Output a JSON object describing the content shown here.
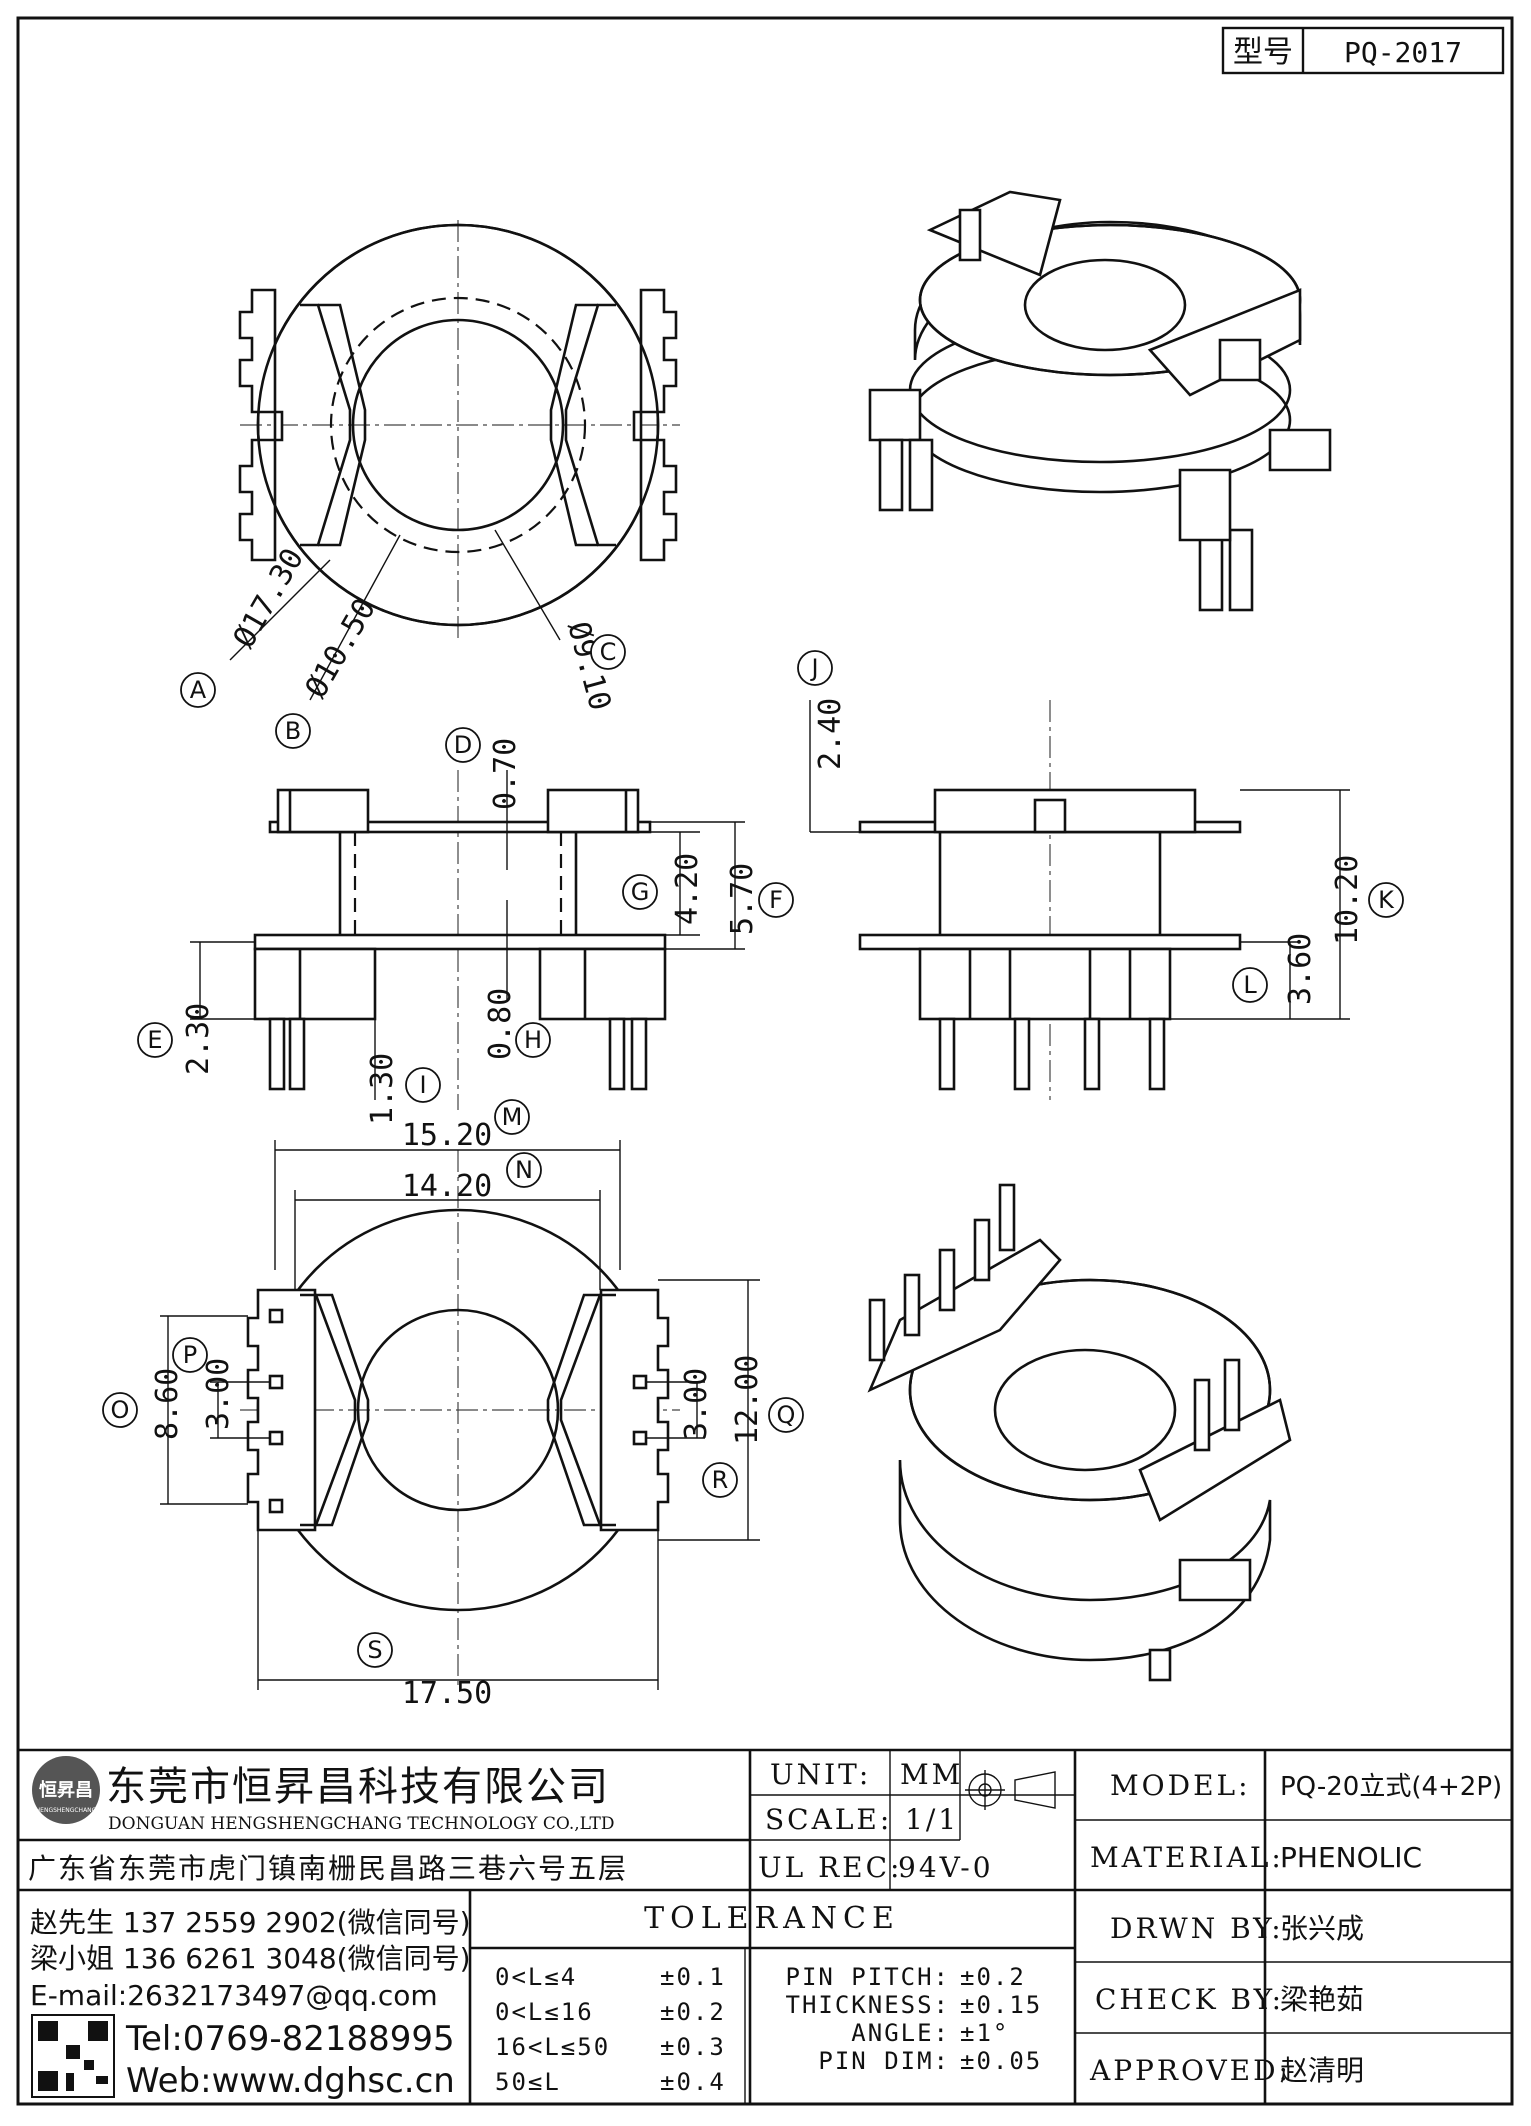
{
  "header": {
    "model_label": "型号",
    "model_value": "PQ-2017"
  },
  "dimensions": {
    "A": {
      "label": "A",
      "value": "Ø17.30"
    },
    "B": {
      "label": "B",
      "value": "Ø10.50"
    },
    "C": {
      "label": "C",
      "value": "Ø9.10"
    },
    "D": {
      "label": "D",
      "value": "0.70"
    },
    "E": {
      "label": "E",
      "value": "2.30"
    },
    "F": {
      "label": "F",
      "value": "5.70"
    },
    "G": {
      "label": "G",
      "value": "4.20"
    },
    "H": {
      "label": "H",
      "value": "0.80"
    },
    "I": {
      "label": "I",
      "value": "1.30"
    },
    "J": {
      "label": "J",
      "value": "2.40"
    },
    "K": {
      "label": "K",
      "value": "10.20"
    },
    "L": {
      "label": "L",
      "value": "3.60"
    },
    "M": {
      "label": "M",
      "value": "15.20"
    },
    "N": {
      "label": "N",
      "value": "14.20"
    },
    "O": {
      "label": "O",
      "value": "8.60"
    },
    "P": {
      "label": "P",
      "value": "3.00"
    },
    "Q": {
      "label": "Q",
      "value": "12.00"
    },
    "R": {
      "label": "R",
      "value": "3.00"
    },
    "S": {
      "label": "S",
      "value": "17.50"
    }
  },
  "company": {
    "name_cn": "东莞市恒昇昌科技有限公司",
    "name_en": "DONGUAN HENGSHENGCHANG TECHNOLOGY CO.,LTD",
    "address": "广东省东莞市虎门镇南栅民昌路三巷六号五层",
    "logo_text": "恒昇昌",
    "logo_sub": "HENGSHENGCHANG",
    "contact1": "赵先生 137 2559 2902(微信同号)",
    "contact2": "梁小姐 136 6261 3048(微信同号)",
    "email": "E-mail:2632173497@qq.com",
    "tel": "Tel:0769-82188995",
    "web": "Web:www.dghsc.cn"
  },
  "title_block": {
    "unit_label": "UNIT:",
    "unit_value": "MM",
    "scale_label": "SCALE:",
    "scale_value": "1/1",
    "ulrec_label": "UL REC:",
    "ulrec_value": "94V-0",
    "model_label": "MODEL:",
    "model_value": "PQ-20立式(4+2P)",
    "material_label": "MATERIAL:",
    "material_value": "PHENOLIC",
    "drawn_label": "DRWN BY:",
    "drawn_value": "张兴成",
    "check_label": "CHECK BY:",
    "check_value": "梁艳茹",
    "approved_label": "APPROVED:",
    "approved_value": "赵清明"
  },
  "tolerance": {
    "title": "TOLERANCE",
    "rows": [
      {
        "range": "0<L≤4",
        "tol": "±0.1"
      },
      {
        "range": "0<L≤16",
        "tol": "±0.2"
      },
      {
        "range": "16<L≤50",
        "tol": "±0.3"
      },
      {
        "range": "50≤L",
        "tol": "±0.4"
      }
    ],
    "extra": [
      {
        "label": "PIN PITCH:",
        "tol": "±0.2"
      },
      {
        "label": "THICKNESS:",
        "tol": "±0.15"
      },
      {
        "label": "ANGLE:",
        "tol": "±1°"
      },
      {
        "label": "PIN DIM:",
        "tol": "±0.05"
      }
    ]
  }
}
